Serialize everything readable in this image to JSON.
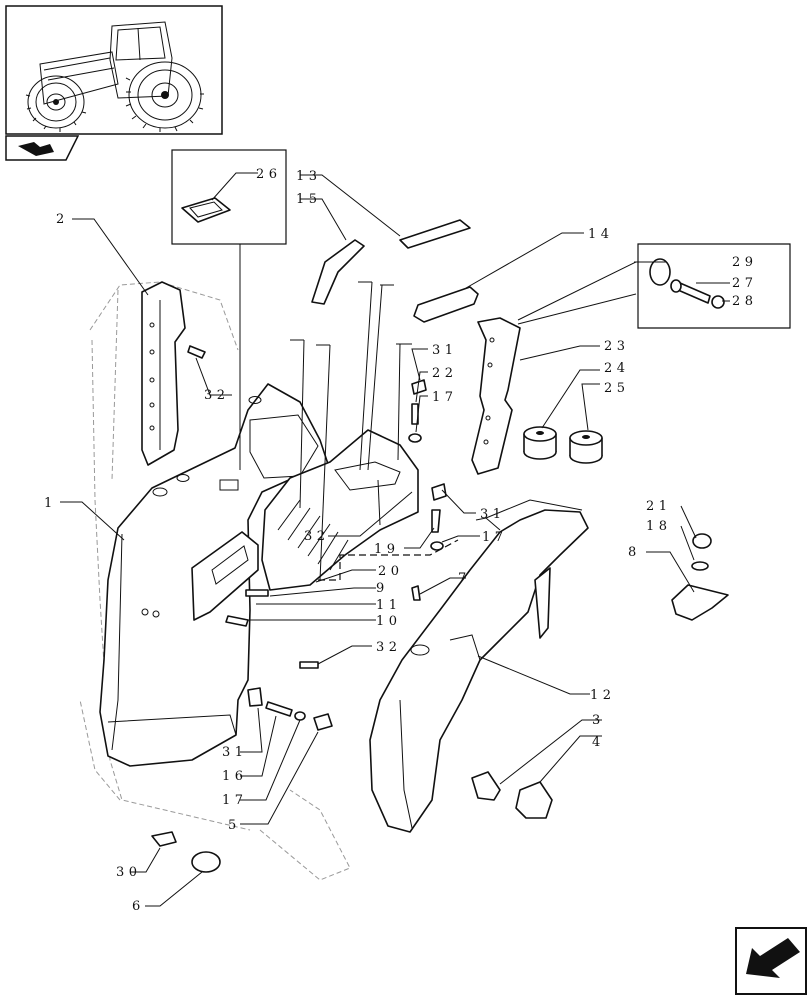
{
  "callouts": [
    "1",
    "2",
    "3",
    "4",
    "5",
    "6",
    "7",
    "8",
    "9",
    "10",
    "11",
    "12",
    "13",
    "14",
    "15",
    "16",
    "17",
    "17",
    "17",
    "18",
    "19",
    "20",
    "21",
    "22",
    "23",
    "24",
    "25",
    "26",
    "27",
    "28",
    "29",
    "30",
    "31",
    "31",
    "31",
    "32",
    "32",
    "32"
  ],
  "icons": {
    "thumbnail": "tractor-thumbnail-icon",
    "section_tab": "section-arrow-tab-icon",
    "navigation": "previous-page-arrow-icon"
  }
}
